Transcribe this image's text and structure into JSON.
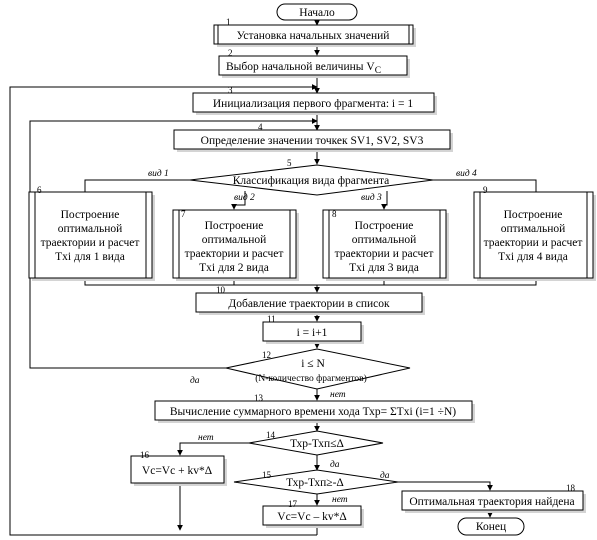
{
  "nodes": {
    "start": "Начало",
    "n1": "Установка начальных значений",
    "n2": "Выбор начальной величины V",
    "n2_sub": "C",
    "n3": "Инициализация первого фрагмента: i = 1",
    "n4": "Определение значении точкек SV1, SV2, SV3",
    "n5": "Классификация вида фрагмента",
    "n6": [
      "Построение",
      "оптимальной",
      "траектории и расчет",
      "Txi для 1 вида"
    ],
    "n7": [
      "Построение",
      "оптимальной",
      "траектории и расчет",
      "Txi для 2 вида"
    ],
    "n8": [
      "Построение",
      "оптимальной",
      "траектории и расчет",
      "Txi для 3 вида"
    ],
    "n9": [
      "Построение",
      "оптимальной",
      "траектории и расчет",
      "Txi для 4 вида"
    ],
    "n10": "Добавление траектории в список",
    "n11": "i = i+1",
    "n12": "i ≤ N",
    "n12_sub": "(N-количество фрагментов)",
    "n13": "Вычисление суммарного времени хода Тхр= ΣTxi (i=1 ÷N)",
    "n14": "Тхр-Тхп≤Δ",
    "n15": "Тхр-Тхп≥-Δ",
    "n16": "Vc=Vc + kv*Δ",
    "n17": "Vc=Vc – kv*Δ",
    "n18": "Оптимальная траектория найдена",
    "end": "Конец"
  },
  "numbers": [
    "1",
    "2",
    "3",
    "4",
    "5",
    "6",
    "7",
    "8",
    "9",
    "10",
    "11",
    "12",
    "13",
    "14",
    "15",
    "16",
    "17",
    "18"
  ],
  "branches": {
    "kind1": "вид 1",
    "kind2": "вид 2",
    "kind3": "вид 3",
    "kind4": "вид 4",
    "yes": "да",
    "no": "нет"
  }
}
